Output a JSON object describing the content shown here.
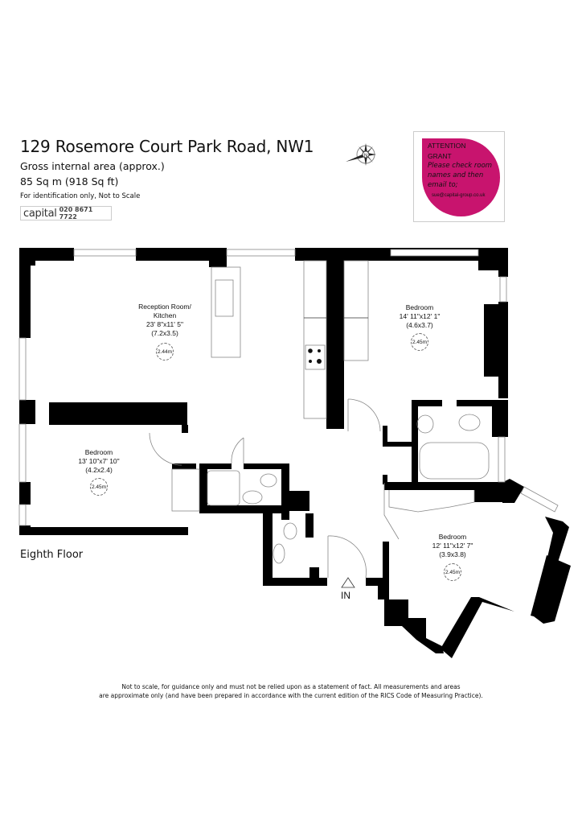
{
  "header": {
    "title": "129 Rosemore Court Park Road, NW1",
    "area_label": "Gross internal area (approx.)",
    "area_value": "85 Sq m (918 Sq ft)",
    "note": "For identification only, Not to Scale"
  },
  "logo": {
    "brand": "capital",
    "phone": "020 8671 7722"
  },
  "compass": {
    "icon": "compass-rose-icon",
    "letter": "N"
  },
  "attention_note": {
    "line1": "ATTENTION",
    "line2": "GRANT",
    "line3": "Please check room",
    "line4": "names and then",
    "line5": "email to;",
    "email": "sue@capital-group.co.uk",
    "color": "#c8146e"
  },
  "rooms": [
    {
      "name": "Reception Room/",
      "name2": "Kitchen",
      "imperial": "23' 8\"x11' 5\"",
      "metric": "(7.2x3.5)",
      "ceiling": "2.44m"
    },
    {
      "name": "Bedroom",
      "imperial": "14' 11\"x12' 1\"",
      "metric": "(4.6x3.7)",
      "ceiling": "2.45m"
    },
    {
      "name": "Bedroom",
      "imperial": "13' 10\"x7' 10\"",
      "metric": "(4.2x2.4)",
      "ceiling": "2.45m"
    },
    {
      "name": "Bedroom",
      "imperial": "12' 11\"x12' 7\"",
      "metric": "(3.9x3.8)",
      "ceiling": "2.45m"
    }
  ],
  "floor": "Eighth Floor",
  "entrance": "IN",
  "disclaimer": {
    "line1": "Not to scale, for guidance only and must not be relied upon as a statement of fact.  All measurements and areas",
    "line2": "are approximate only (and have been prepared in accordance with the current edition of the RICS Code of Measuring Practice)."
  }
}
